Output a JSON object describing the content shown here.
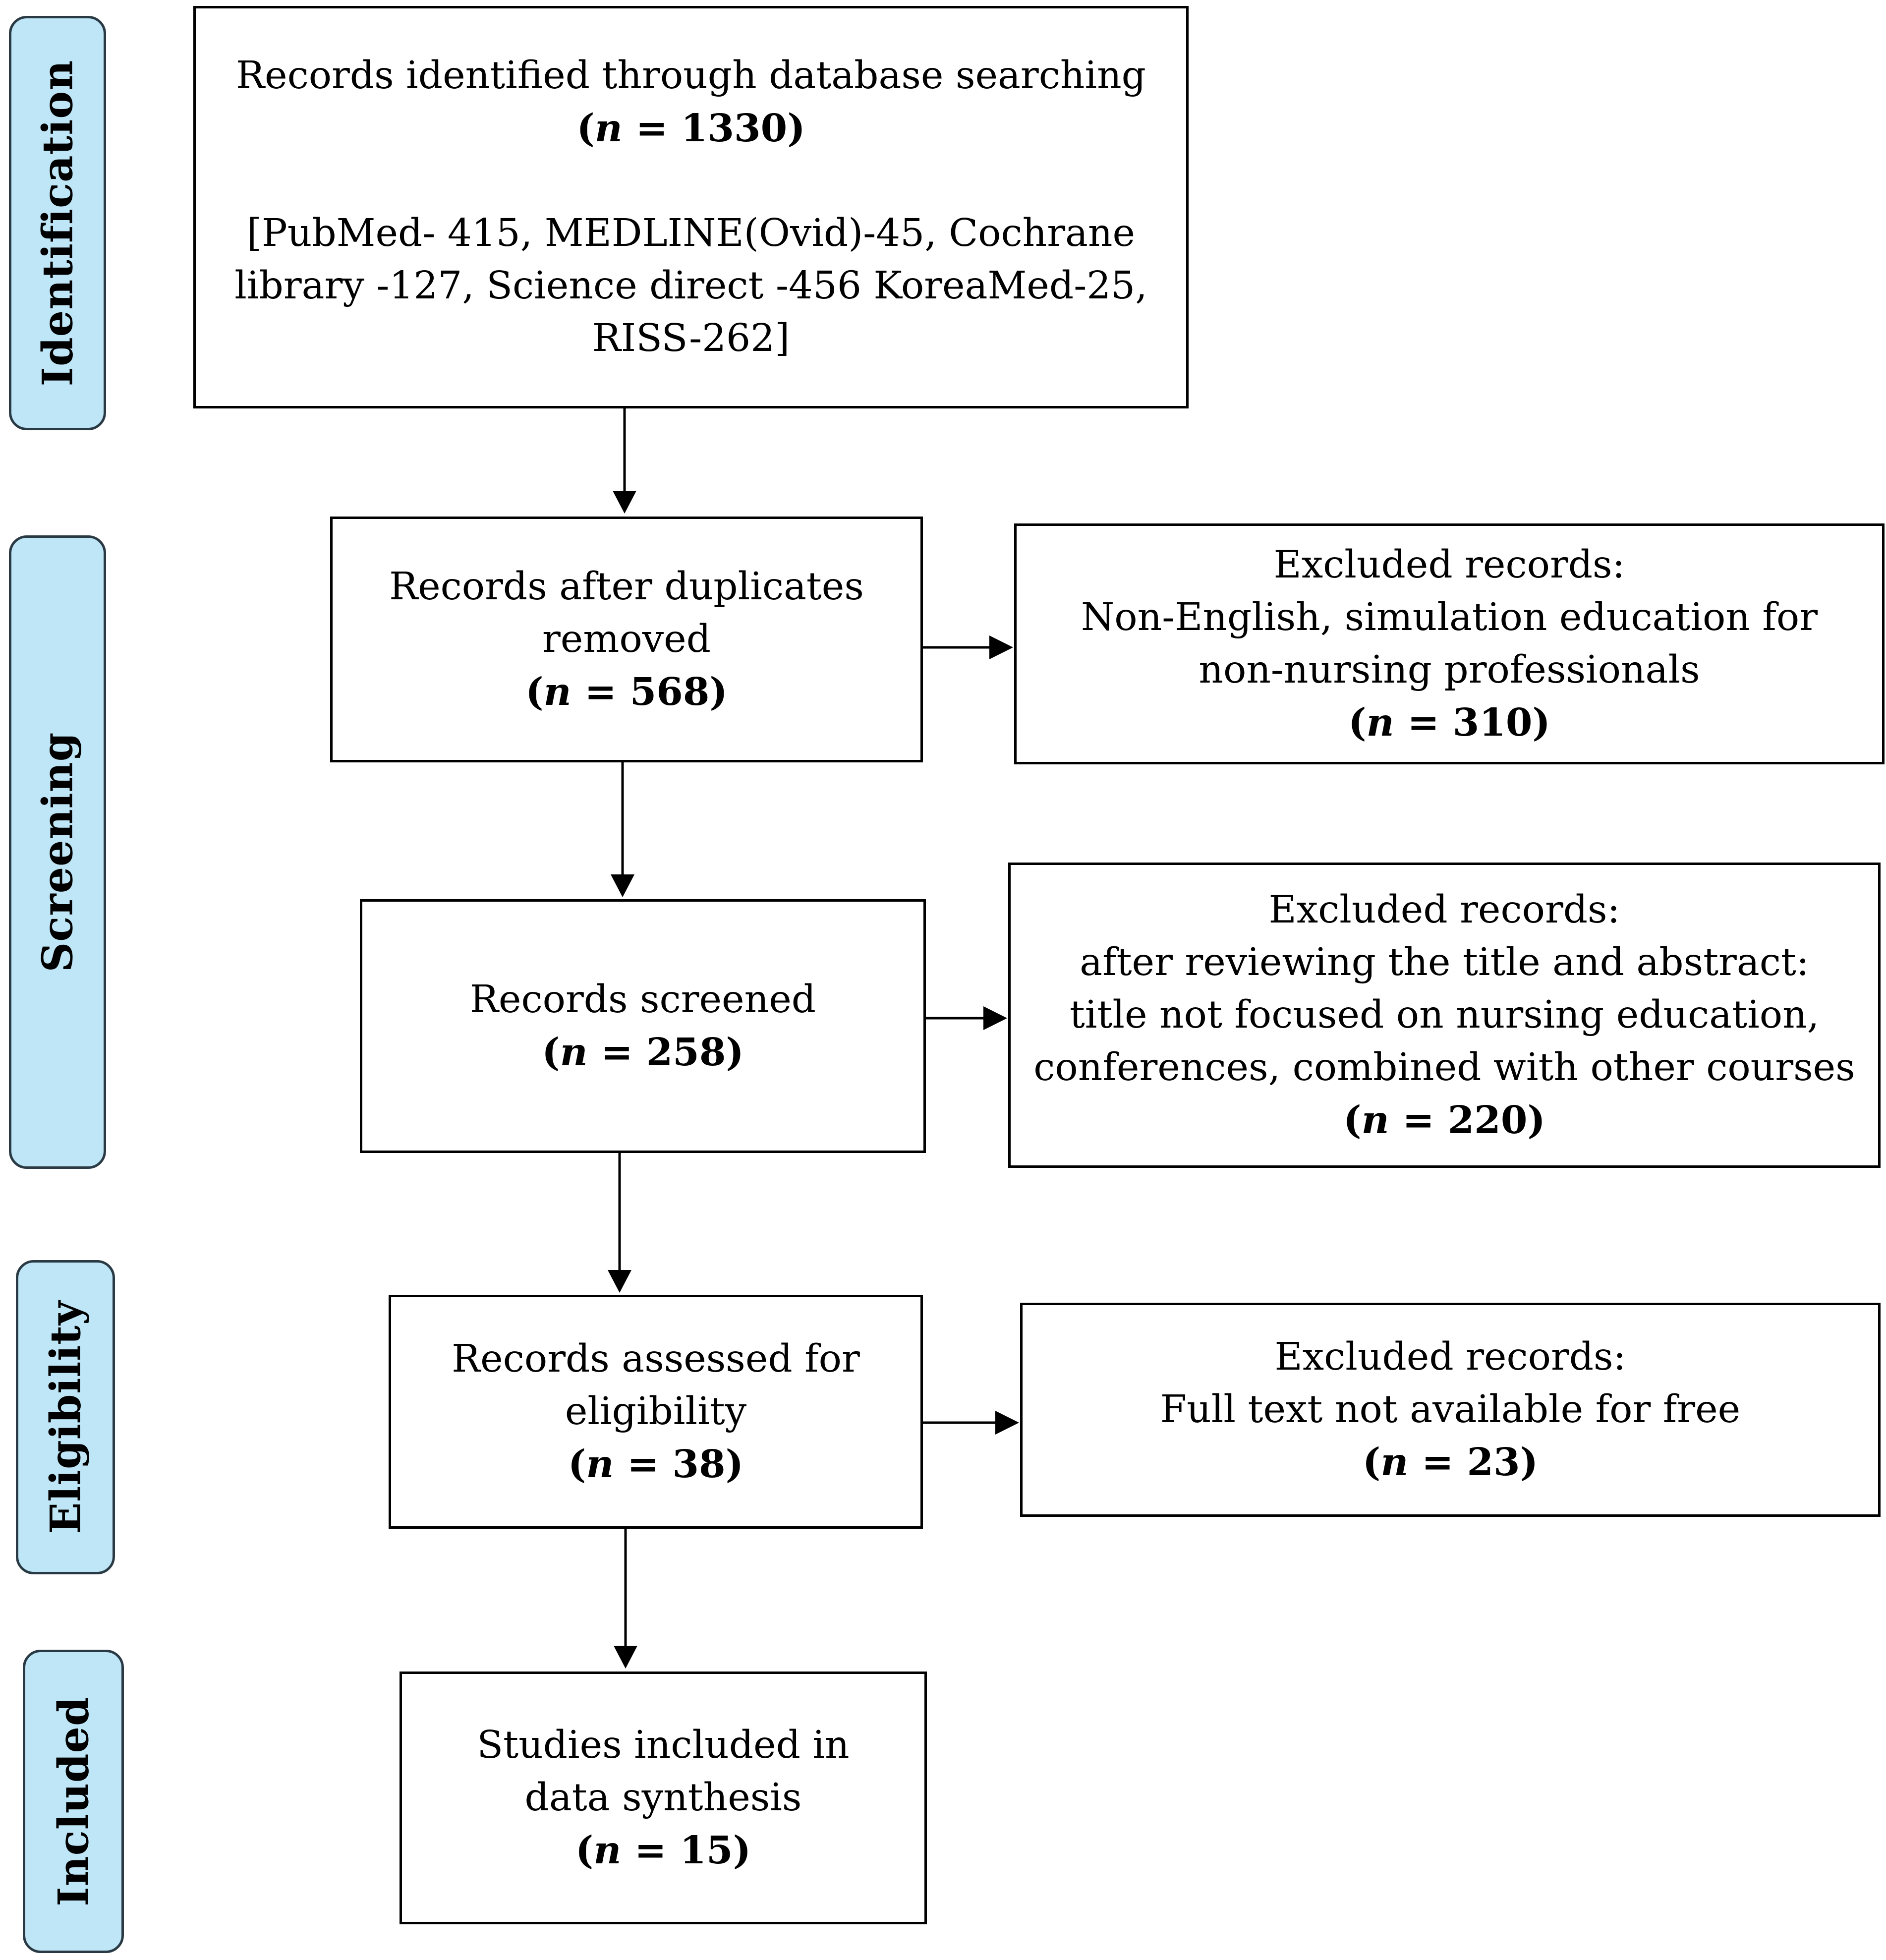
{
  "stages": {
    "identification": "Identification",
    "screening": "Screening",
    "eligibility": "Eligibility",
    "included": "Included"
  },
  "boxes": {
    "identified": {
      "line1": "Records identified through database searching",
      "n_label": "n",
      "n_value": " = 1330)",
      "sources_1": "[PubMed- 415, MEDLINE(Ovid)-45, Cochrane",
      "sources_2": "library -127, Science direct -456 KoreaMed-25,",
      "sources_3": "RISS-262]"
    },
    "after_duplicates": {
      "line1": "Records after duplicates",
      "line2": "removed",
      "n_label": "n",
      "n_value": " = 568)"
    },
    "excluded_1": {
      "line1": "Excluded records:",
      "line2": "Non-English, simulation education for",
      "line3": "non-nursing professionals",
      "n_label": "n",
      "n_value": " = 310)"
    },
    "screened": {
      "line1": "Records screened",
      "n_label": "n",
      "n_value": " = 258)"
    },
    "excluded_2": {
      "line1": "Excluded records:",
      "line2": "after reviewing the title and abstract:",
      "line3": "title not focused on nursing education,",
      "line4": "conferences, combined with other courses",
      "n_label": "n",
      "n_value": " = 220)"
    },
    "eligibility": {
      "line1": "Records assessed for",
      "line2": "eligibility",
      "n_label": "n",
      "n_value": " = 38)"
    },
    "excluded_3": {
      "line1": "Excluded records:",
      "line2": "Full text not available for free",
      "n_label": "n",
      "n_value": " = 23)"
    },
    "included": {
      "line1": "Studies included in",
      "line2": "data synthesis",
      "n_label": "n",
      "n_value": " = 15)"
    }
  },
  "colors": {
    "stage_fill": "#bfe6f7",
    "stage_border": "#2a3a44",
    "box_border": "#000000"
  }
}
